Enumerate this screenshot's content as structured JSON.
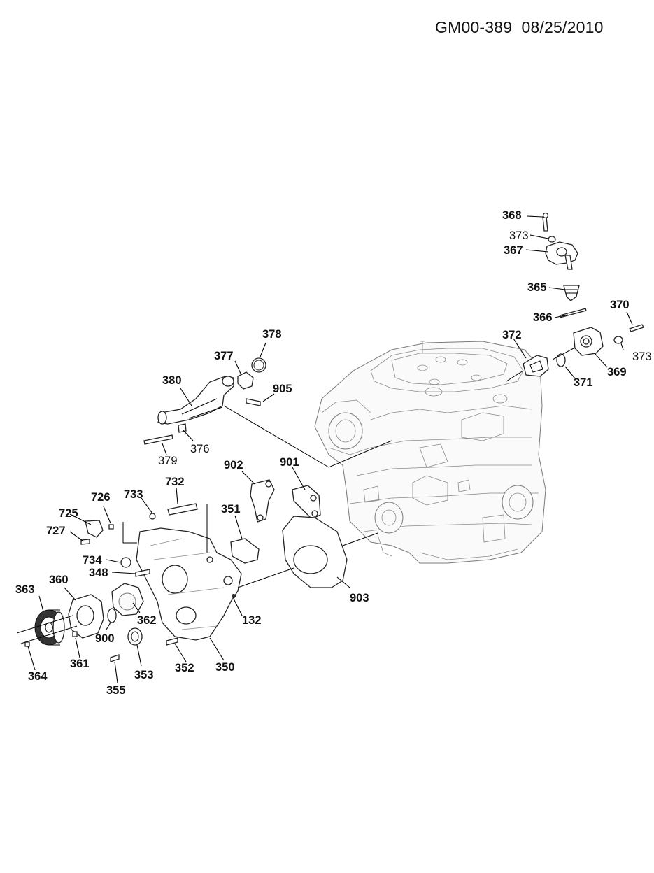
{
  "header": {
    "doc_id": "GM00-389",
    "date": "08/25/2010"
  },
  "callouts": {
    "c368": "368",
    "c373a": "373",
    "c367": "367",
    "c365": "365",
    "c366": "366",
    "c370": "370",
    "c373b": "373",
    "c372": "372",
    "c371": "371",
    "c369": "369",
    "c378": "378",
    "c377": "377",
    "c905": "905",
    "c380": "380",
    "c376": "376",
    "c379": "379",
    "c902": "902",
    "c901": "901",
    "c732": "732",
    "c733": "733",
    "c726": "726",
    "c725": "725",
    "c727": "727",
    "c351": "351",
    "c734": "734",
    "c348": "348",
    "c903": "903",
    "c363": "363",
    "c360": "360",
    "c362": "362",
    "c132": "132",
    "c900": "900",
    "c364": "364",
    "c361": "361",
    "c353": "353",
    "c352": "352",
    "c350": "350",
    "c355": "355"
  }
}
